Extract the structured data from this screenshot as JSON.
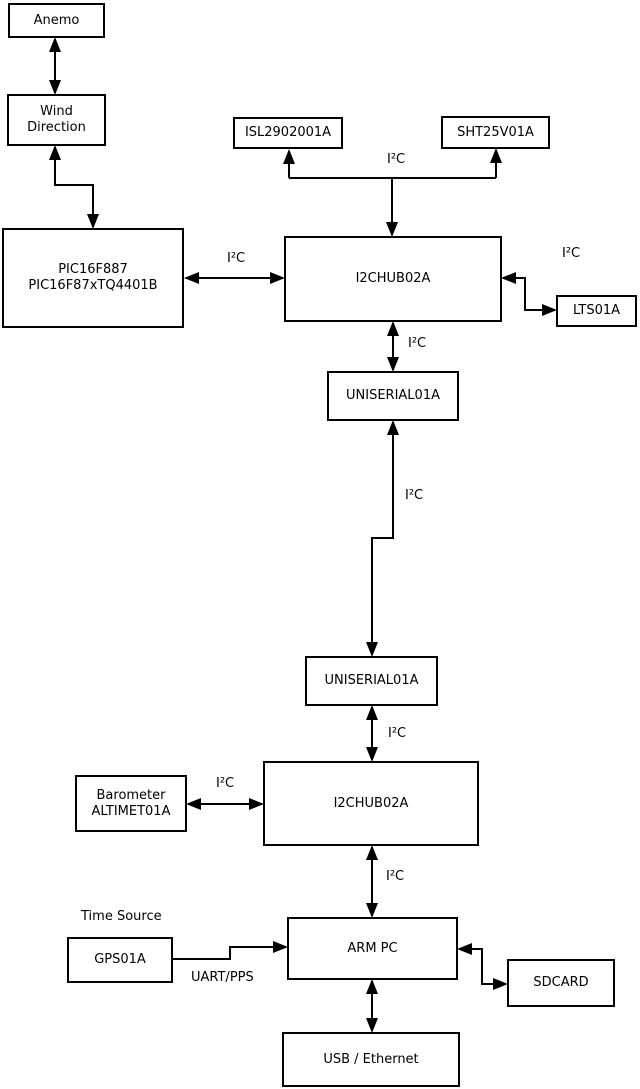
{
  "nodes": {
    "anemo": {
      "label": "Anemo"
    },
    "wind_direction": {
      "line1": "Wind",
      "line2": "Direction"
    },
    "pic": {
      "line1": "PIC16F887",
      "line2": "PIC16F87xTQ4401B"
    },
    "isl": {
      "label": "ISL2902001A"
    },
    "sht": {
      "label": "SHT25V01A"
    },
    "hub1": {
      "label": "I2CHUB02A"
    },
    "lts": {
      "label": "LTS01A"
    },
    "uniserial1": {
      "label": "UNISERIAL01A"
    },
    "uniserial2": {
      "label": "UNISERIAL01A"
    },
    "hub2": {
      "label": "I2CHUB02A"
    },
    "barometer": {
      "line1": "Barometer",
      "line2": "ALTIMET01A"
    },
    "arm": {
      "label": "ARM PC"
    },
    "gps": {
      "label": "GPS01A"
    },
    "sdcard": {
      "label": "SDCARD"
    },
    "usb": {
      "label": "USB / Ethernet"
    }
  },
  "edge_labels": {
    "sensor_bus": "I²C",
    "pic_hub1": "I²C",
    "hub1_lts": "I²C",
    "hub1_uniserial1": "I²C",
    "uniserial_link": "I²C",
    "uniserial2_hub2": "I²C",
    "barometer_hub2": "I²C",
    "hub2_arm": "I²C",
    "gps_arm": "UART/PPS",
    "time_source": "Time Source"
  },
  "colors": {
    "line": "#000000",
    "box_background": "#ffffff",
    "text": "#000000"
  }
}
